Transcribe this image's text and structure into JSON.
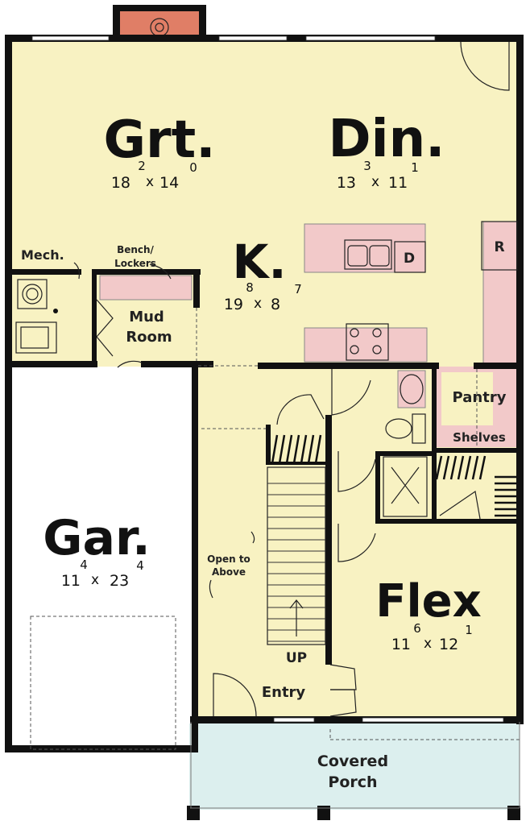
{
  "colors": {
    "floor": "#f8f2c2",
    "garage": "#ffffff",
    "porch": "#dcefee",
    "counter": "#f2c9c9",
    "chimney": "#e07e66",
    "wall": "#111111"
  },
  "rooms": {
    "great_room": {
      "name": "Grt.",
      "ft_w": "18",
      "in_w": "2",
      "ft_d": "14",
      "in_d": "0"
    },
    "dining": {
      "name": "Din.",
      "ft_w": "13",
      "in_w": "3",
      "ft_d": "11",
      "in_d": "1"
    },
    "kitchen": {
      "name": "K.",
      "ft_w": "19",
      "in_w": "8",
      "ft_d": "8",
      "in_d": "7"
    },
    "garage": {
      "name": "Gar.",
      "ft_w": "11",
      "in_w": "4",
      "ft_d": "23",
      "in_d": "4"
    },
    "flex": {
      "name": "Flex",
      "ft_w": "11",
      "in_w": "6",
      "ft_d": "12",
      "in_d": "1"
    }
  },
  "labels": {
    "mech": "Mech.",
    "bench_line1": "Bench/",
    "bench_line2": "Lockers",
    "mud_line1": "Mud",
    "mud_line2": "Room",
    "pantry": "Pantry",
    "shelves": "Shelves",
    "open_line1": "Open to",
    "open_line2": "Above",
    "up": "UP",
    "entry": "Entry",
    "porch_line1": "Covered",
    "porch_line2": "Porch",
    "dishwasher": "D",
    "fridge": "R",
    "times": "x"
  }
}
